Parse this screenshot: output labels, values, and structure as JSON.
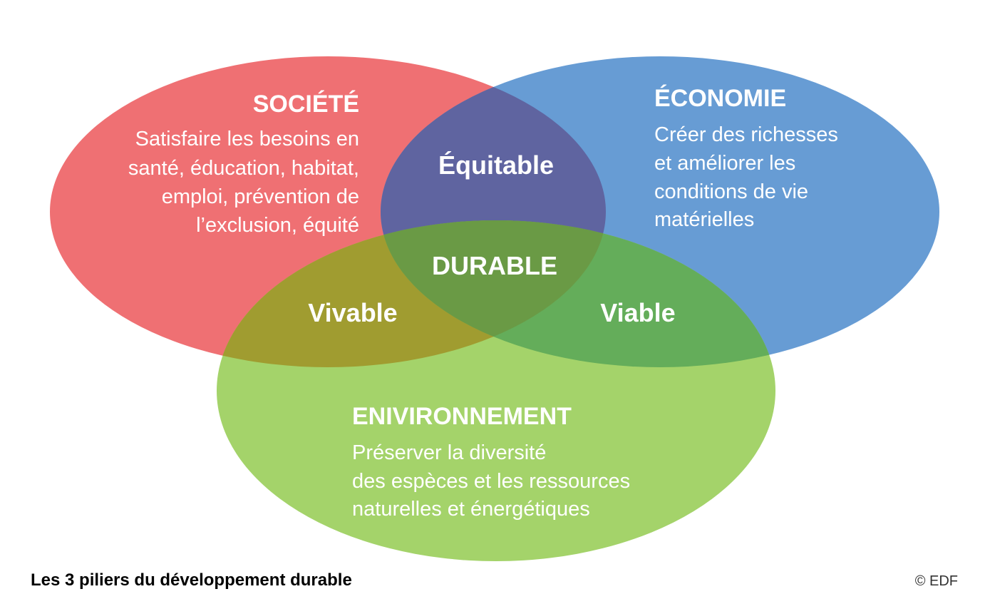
{
  "diagram": {
    "colors": {
      "societe": "#ef7073",
      "economie": "#679cd4",
      "environnement": "#a4d36a",
      "equitable": "#5f64a0",
      "vivable": "#a09c30",
      "viable": "#64ad5a",
      "durable": "#6a9a45",
      "text": "#ffffff"
    },
    "societe": {
      "title": "SOCIÉTÉ",
      "lines": [
        "Satisfaire les besoins en",
        "santé, éducation, habitat,",
        "emploi, prévention de",
        "l’exclusion, équité"
      ]
    },
    "economie": {
      "title": "ÉCONOMIE",
      "lines": [
        "Créer des richesses",
        "et améliorer les",
        "conditions de vie",
        "matérielles"
      ]
    },
    "environnement": {
      "title": "ENIVIRONNEMENT",
      "lines": [
        "Préserver la diversité",
        "des espèces et les ressources",
        "naturelles et énergétiques"
      ]
    },
    "intersections": {
      "equitable": "Équitable",
      "vivable": "Vivable",
      "viable": "Viable",
      "durable": "DURABLE"
    }
  },
  "caption": "Les 3 piliers du développement durable",
  "credit": "© EDF"
}
